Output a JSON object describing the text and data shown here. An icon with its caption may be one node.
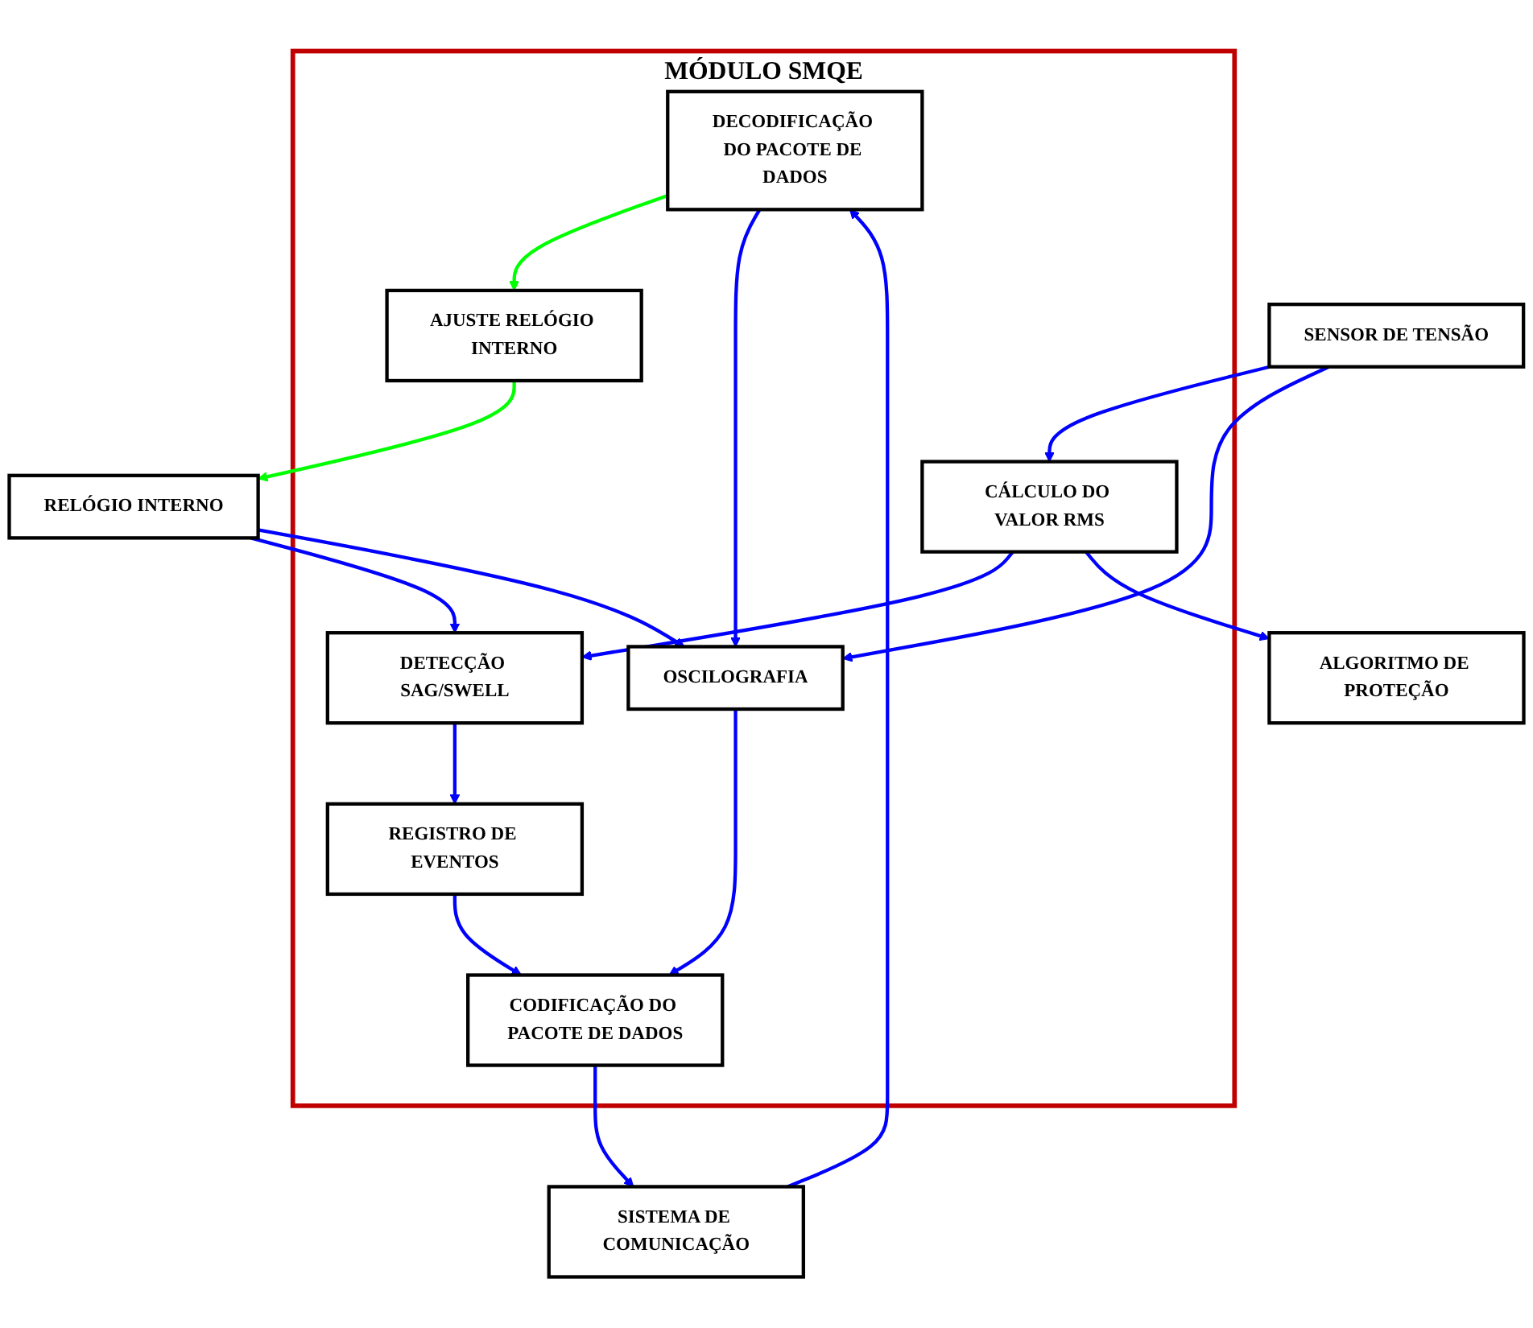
{
  "diagram": {
    "nodes": [
      {
        "text": [
          "MÓDULO SMQE"
        ]
      },
      {
        "text": [
          "SISTEMA DE COMUNICAÇÃO"
        ]
      },
      {
        "text": [
          "DECODIFICAÇÃO DO PACOTE DE DADOS"
        ],
        "in": 0
      },
      {
        "text": [
          "CODIFICAÇÃO DO PACOTE DE DADOS"
        ],
        "in": 0
      },
      {
        "text": [
          "AJUSTE RELÓGIO INTERNO"
        ],
        "in": 0
      },
      {
        "text": [
          "RELÓGIO INTERNO"
        ]
      },
      {
        "text": [
          "DETECÇÃO SAG/SWELL"
        ],
        "in": 0
      },
      {
        "text": [
          "REGISTRO DE EVENTOS"
        ],
        "in": 0
      },
      {
        "text": [
          "SENSOR DE TENSÃO"
        ]
      },
      {
        "text": [
          "CÁLCULO DO VALOR RMS"
        ],
        "in": 0
      },
      {
        "text": [
          "OSCILOGRAFIA"
        ],
        "in": 0
      },
      {
        "text": [
          "ALGORITMO DE PROTEÇÃO"
        ]
      }
    ],
    "edges": [
      {
        "from": 1,
        "to": 2,
        "arrow": "to"
      },
      {
        "from": 3,
        "to": 1,
        "arrow": "to"
      },
      {
        "from": 2,
        "to": 4,
        "arrow": "to",
        "color": "#00ff00"
      },
      {
        "from": 4,
        "to": 5,
        "arrow": "to",
        "color": "#00ff00"
      },
      {
        "from": 2,
        "to": 10,
        "arrow": "to"
      },
      {
        "from": 10,
        "to": 3,
        "arrow": "to"
      },
      {
        "from": 7,
        "to": 3,
        "arrow": "to"
      },
      {
        "from": 5,
        "to": 6,
        "arrow": "to"
      },
      {
        "from": 5,
        "to": 10,
        "arrow": "to"
      },
      {
        "from": 6,
        "to": 7,
        "arrow": "to"
      },
      {
        "from": 8,
        "to": 9,
        "arrow": "to"
      },
      {
        "from": 8,
        "to": 10,
        "arrow": "to"
      },
      {
        "from": 9,
        "to": 6,
        "arrow": "to"
      },
      {
        "from": 9,
        "to": 11,
        "arrow": "to"
      }
    ]
  }
}
